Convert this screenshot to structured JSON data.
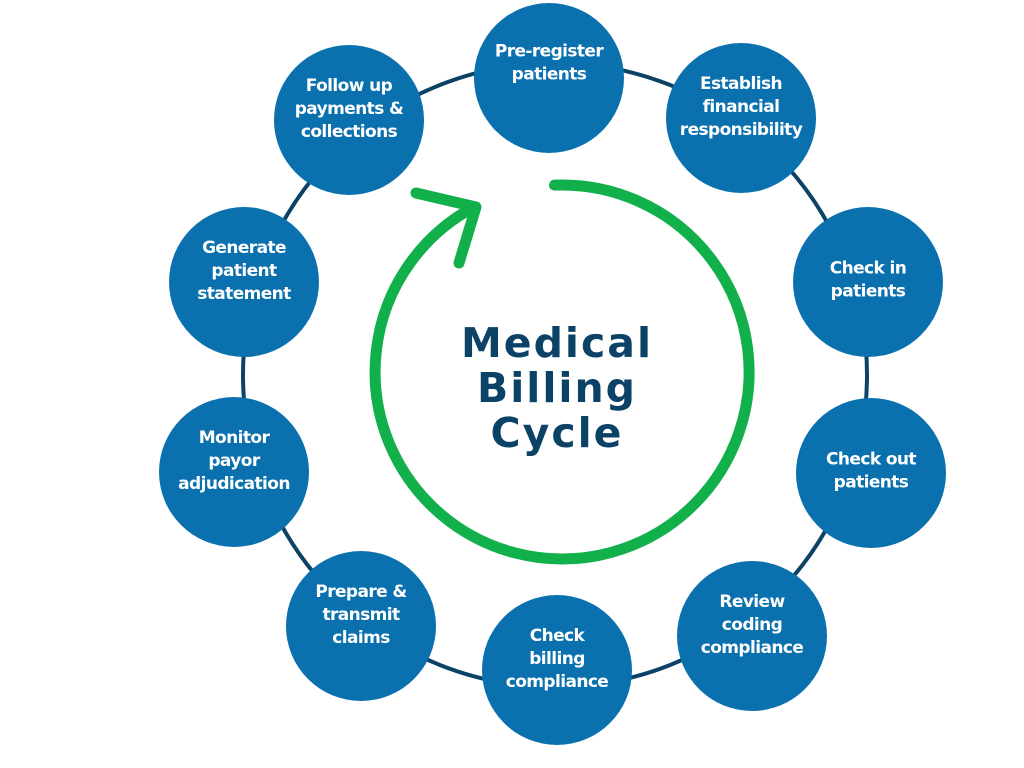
{
  "title": {
    "lines": [
      "Medical",
      "Billing",
      "Cycle"
    ]
  },
  "colors": {
    "node_fill": "#0b71ae",
    "ring_stroke": "#0b4266",
    "arrow_stroke": "#12b04a",
    "title": "#0b4266",
    "node_text": "#ffffff"
  },
  "steps": [
    {
      "id": "pre-register-patients",
      "lines": [
        "Pre-register",
        "patients"
      ]
    },
    {
      "id": "establish-financial-responsibility",
      "lines": [
        "Establish",
        "financial",
        "responsibility"
      ]
    },
    {
      "id": "check-in-patients",
      "lines": [
        "Check in",
        "patients"
      ]
    },
    {
      "id": "check-out-patients",
      "lines": [
        "Check out",
        "patients"
      ]
    },
    {
      "id": "review-coding-compliance",
      "lines": [
        "Review",
        "coding",
        "compliance"
      ]
    },
    {
      "id": "check-billing-compliance",
      "lines": [
        "Check",
        "billing",
        "compliance"
      ]
    },
    {
      "id": "prepare-transmit-claims",
      "lines": [
        "Prepare &",
        "transmit",
        "claims"
      ]
    },
    {
      "id": "monitor-payor-adjudication",
      "lines": [
        "Monitor",
        "payor",
        "adjudication"
      ]
    },
    {
      "id": "generate-patient-statement",
      "lines": [
        "Generate",
        "patient",
        "statement"
      ]
    },
    {
      "id": "follow-up-payments-collections",
      "lines": [
        "Follow up",
        "payments &",
        "collections"
      ]
    }
  ]
}
